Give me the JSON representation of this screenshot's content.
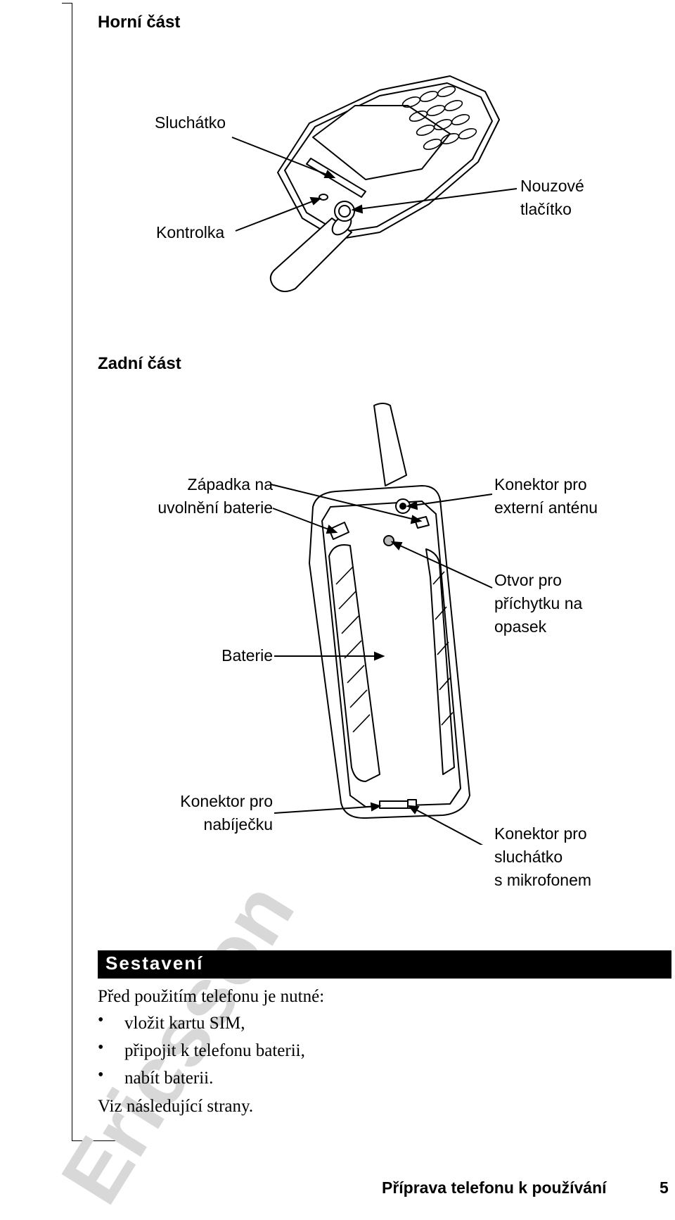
{
  "sections": {
    "top_heading": "Horní část",
    "back_heading": "Zadní část"
  },
  "top_labels": {
    "earpiece": "Sluchátko",
    "indicator": "Kontrolka",
    "emergency": "Nouzové\ntlačítko"
  },
  "back_labels": {
    "battery_latch": "Západka na\nuvolnění baterie",
    "ext_antenna": "Konektor pro\nexterní anténu",
    "belt_clip": "Otvor pro\npříchytku na\nopasek",
    "battery": "Baterie",
    "charger": "Konektor pro\nnabíječku",
    "headset": "Konektor pro\nsluchátko\ns mikrofonem"
  },
  "assembly": {
    "title": "Sestavení",
    "intro": "Před použitím telefonu je nutné:",
    "steps": [
      "vložit kartu SIM,",
      "připojit k telefonu baterii,",
      "nabít baterii."
    ],
    "outro": "Viz následující strany."
  },
  "watermark": "Ericsson",
  "footer": {
    "title": "Příprava telefonu k používání",
    "page": "5"
  }
}
